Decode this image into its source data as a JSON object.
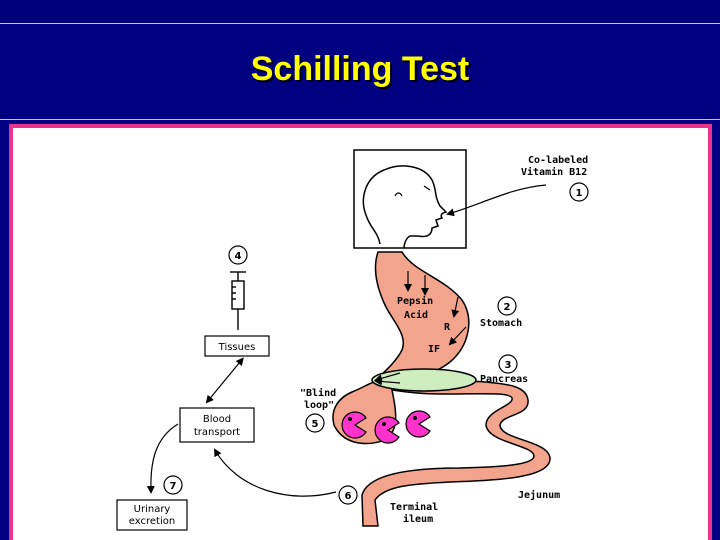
{
  "slide": {
    "title": "Schilling Test"
  },
  "diagram": {
    "labels": {
      "co_labeled_line1": "Co-labeled",
      "co_labeled_line2": "Vitamin B12",
      "pepsin": "Pepsin",
      "acid": "Acid",
      "r": "R",
      "if": "IF",
      "stomach": "Stomach",
      "pancreas": "Pancreas",
      "blind_loop_line1": "\"Blind",
      "blind_loop_line2": "loop\"",
      "jejunum": "Jejunum",
      "terminal_line1": "Terminal",
      "terminal_line2": "ileum",
      "tissues": "Tissues",
      "blood_line1": "Blood",
      "blood_line2": "transport",
      "urinary_line1": "Urinary",
      "urinary_line2": "excretion"
    },
    "steps": [
      "1",
      "2",
      "3",
      "4",
      "5",
      "6",
      "7"
    ],
    "colors": {
      "background": "#000080",
      "title": "#ffff00",
      "border": "#e8328c",
      "gut": "#f2a58c",
      "pancreas": "#cfeec0",
      "bacteria": "#ff33cc"
    }
  }
}
